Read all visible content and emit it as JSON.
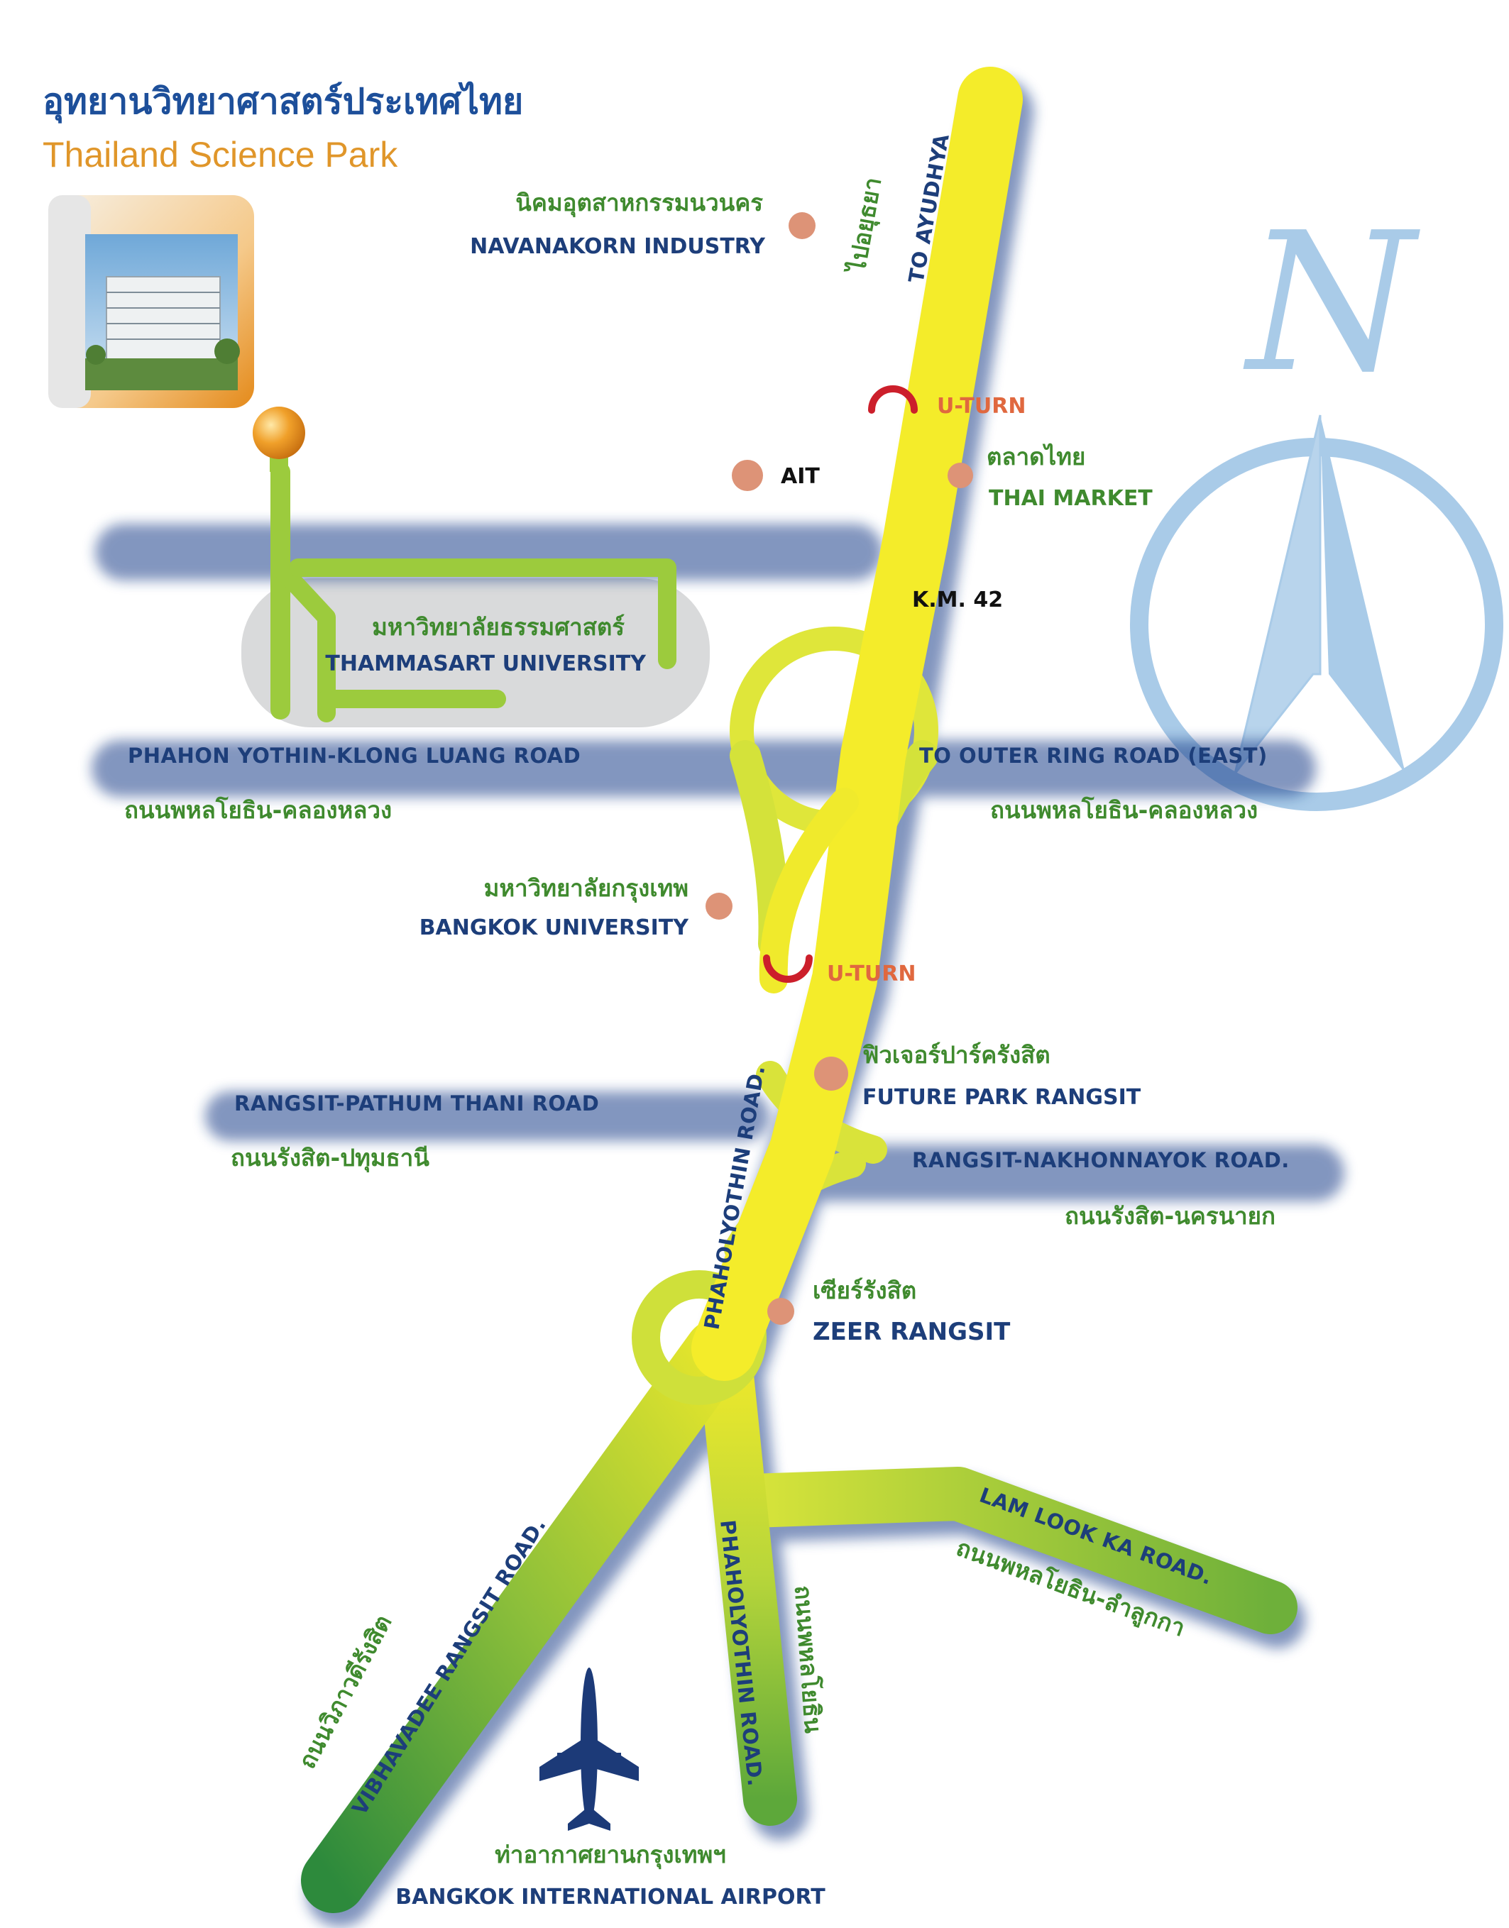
{
  "header": {
    "title_thai": "อุทยานวิทยาศาสตร์ประเทศไทย",
    "title_en": "Thailand Science Park"
  },
  "compass": {
    "letter": "N"
  },
  "roads": {
    "to_ayudhya": "TO AYUDHYA",
    "to_ayudhya_thai": "ไปอยุธยา",
    "phahon_klong_luang": "PHAHON YOTHIN-KLONG LUANG ROAD",
    "phahon_klong_luang_thai": "ถนนพหลโยธิน-คลองหลวง",
    "outer_ring": "TO OUTER RING ROAD (EAST)",
    "outer_ring_thai": "ถนนพหลโยธิน-คลองหลวง",
    "rangsit_pathum": "RANGSIT-PATHUM THANI ROAD",
    "rangsit_pathum_thai": "ถนนรังสิต-ปทุมธานี",
    "rangsit_nakhon": "RANGSIT-NAKHONNAYOK ROAD.",
    "rangsit_nakhon_thai": "ถนนรังสิต-นครนายก",
    "phaholyothin_1": "PHAHOLYOTHIN ROAD.",
    "phaholyothin_2": "PHAHOLYOTHIN ROAD.",
    "phaholyothin_thai": "ถนนพหลโยธิน",
    "lam_look_ka": "LAM LOOK KA ROAD.",
    "lam_look_ka_thai": "ถนนพหลโยธิน-ลำลูกกา",
    "vibhavadee": "VIBHAVADEE RANGSIT ROAD.",
    "vibhavadee_thai": "ถนนวิภาวดีรังสิต"
  },
  "places": {
    "navanakorn_thai": "นิคมอุตสาหกรรมนวนคร",
    "navanakorn": "NAVANAKORN INDUSTRY",
    "ait": "AIT",
    "thai_market_thai": "ตลาดไทย",
    "thai_market": "THAI MARKET",
    "km42": "K.M. 42",
    "thammasat_thai": "มหาวิทยาลัยธรรมศาสตร์",
    "thammasat": "THAMMASART UNIVERSITY",
    "bangkok_univ_thai": "มหาวิทยาลัยกรุงเทพ",
    "bangkok_univ": "BANGKOK UNIVERSITY",
    "future_park_thai": "ฟิวเจอร์ปาร์ครังสิต",
    "future_park": "FUTURE PARK RANGSIT",
    "zeer_thai": "เซียร์รังสิต",
    "zeer": "ZEER RANGSIT",
    "airport_thai": "ท่าอากาศยานกรุงเทพฯ",
    "airport": "BANGKOK INTERNATIONAL AIRPORT"
  },
  "uturns": {
    "u1": "U-TURN",
    "u2": "U-TURN"
  },
  "colors": {
    "road_yellow": "#f4ec2a",
    "road_green": "#8fbf3a",
    "road_dark_green": "#2f8a3a",
    "poi_dot": "#dd9377",
    "uturn_red": "#cc1f2b",
    "compass_blue": "#a9cbe8",
    "title_blue": "#1d4f9a",
    "title_orange": "#e0962a"
  },
  "icons": {
    "science_park_marker": "orange-pin-icon",
    "airport": "airplane-icon"
  }
}
